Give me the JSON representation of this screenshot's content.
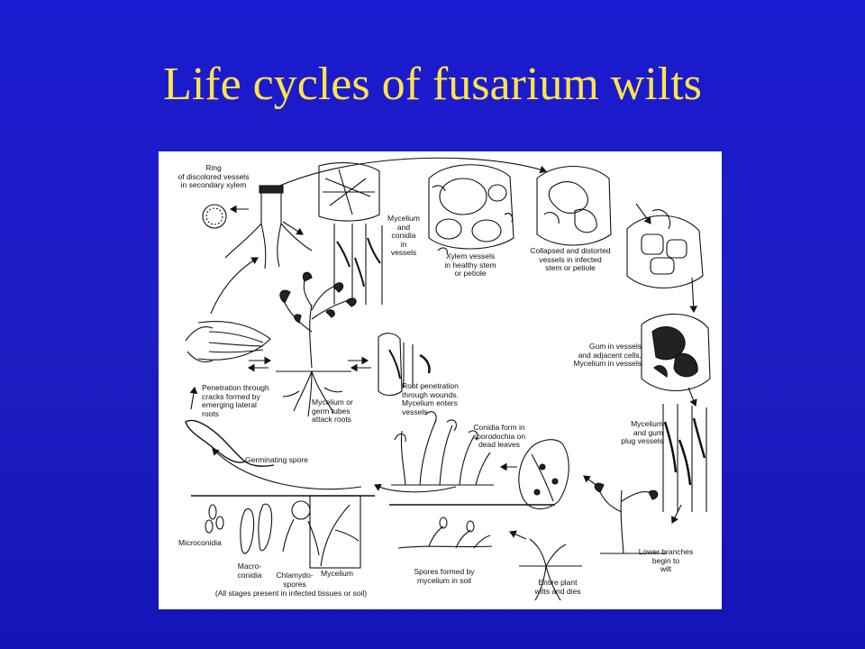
{
  "slide": {
    "title": "Life cycles of fusarium wilts"
  },
  "diagram": {
    "labels": {
      "ring": "Ring\nof discolored vessels\nin secondary xylem",
      "mycelium_conidia": "Mycelium\nand\nconidia\nin\nvessels",
      "xylem_healthy": "Xylem vessels\nin healthy stem\nor petiole",
      "collapsed": "Collapsed and distorted\nvessels in infected\nstem or petiole",
      "gum": "Gum in vessels\nand adjacent cells.\nMycelium in vessels",
      "penetration_cracks": "Penetration through\ncracks formed by\nemerging lateral\nroots",
      "root_penetration": "Root penetration\nthrough wounds.\nMycelium enters\nvessels",
      "mycelium_germ": "Mycelium or\ngerm tubes\nattack roots",
      "conidia_sporodochia": "Conidia form in\nsporodochia on\ndead leaves",
      "mycelium_gum_plug": "Mycelium\nand gum\nplug vessels",
      "germinating_spore": "Germinating spore",
      "microconidia": "Microconidia",
      "macroconidia": "Macro-\nconidia",
      "chlamydospores": "Chlamydo-\nspores",
      "mycelium": "Mycelium",
      "all_stages": "(All stages present in infected tissues or soil)",
      "spores_soil": "Spores formed by\nmycelium   in  soil",
      "entire_plant": "Entire      plant\nwilts and  dies",
      "lower_branches": "Lower branches\nbegin to\nwilt"
    }
  }
}
